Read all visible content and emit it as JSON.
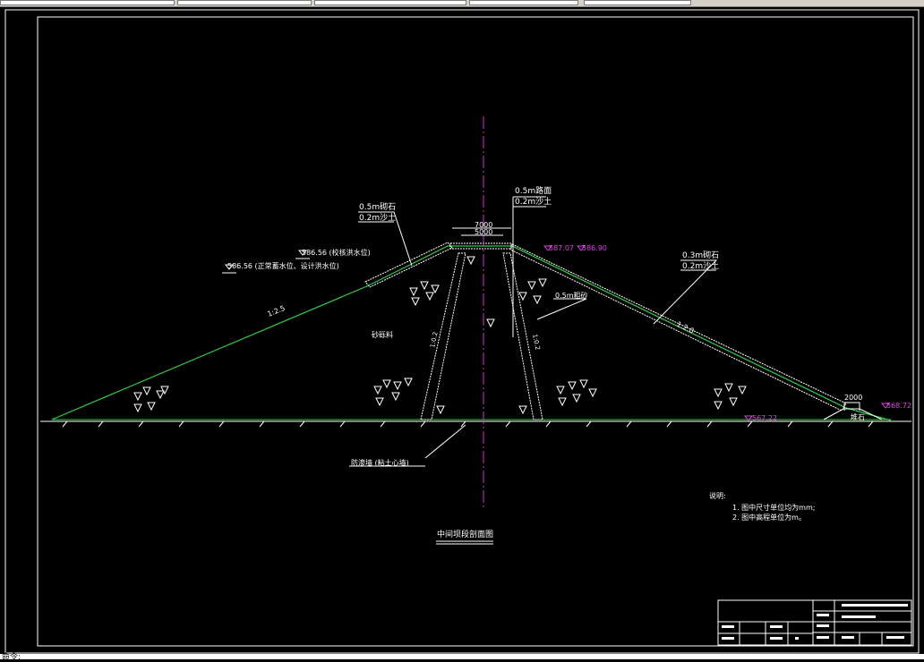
{
  "drawing": {
    "title": "中间坝段剖面图",
    "crest_width_outer": "7000",
    "crest_width_inner": "5000",
    "crest_layer_1": "0.5m路面",
    "crest_layer_2": "0.2m沙土",
    "upstream_layer_1": "0.5m砌石",
    "upstream_layer_2": "0.2m沙土",
    "downstream_layer_1": "0.3m砌石",
    "downstream_layer_2": "0.2m沙土",
    "level_check_flood": "586.56 (校核洪水位)",
    "level_normal": "586.56 (正常蓄水位、设计洪水位)",
    "level_crest": "587.07",
    "level_crest_right": "586.90",
    "level_base": "567.22",
    "level_toe": "568.72",
    "filter_label": "0.5m粗砂",
    "fill_label": "砂砾料",
    "slope_upstream": "1:2.5",
    "slope_downstream": "1:2.0",
    "slope_core_left": "1:0.2",
    "slope_core_right": "1:0.2",
    "toe_width": "2000",
    "toe_label": "堆石",
    "cutoff_label": "防渗墙 (粘土心墙)",
    "notes_title": "说明:",
    "note_1": "1. 图中尺寸单位均为mm;",
    "note_2": "2. 图中高程单位为m。"
  },
  "statusbar": {
    "command": "命令:"
  },
  "colors": {
    "background": "#000000",
    "border": "#ffffff",
    "outline": "#2ecc40",
    "centerline": "#cc33cc",
    "text": "#ffffff",
    "elevation_text": "#e040e0"
  }
}
